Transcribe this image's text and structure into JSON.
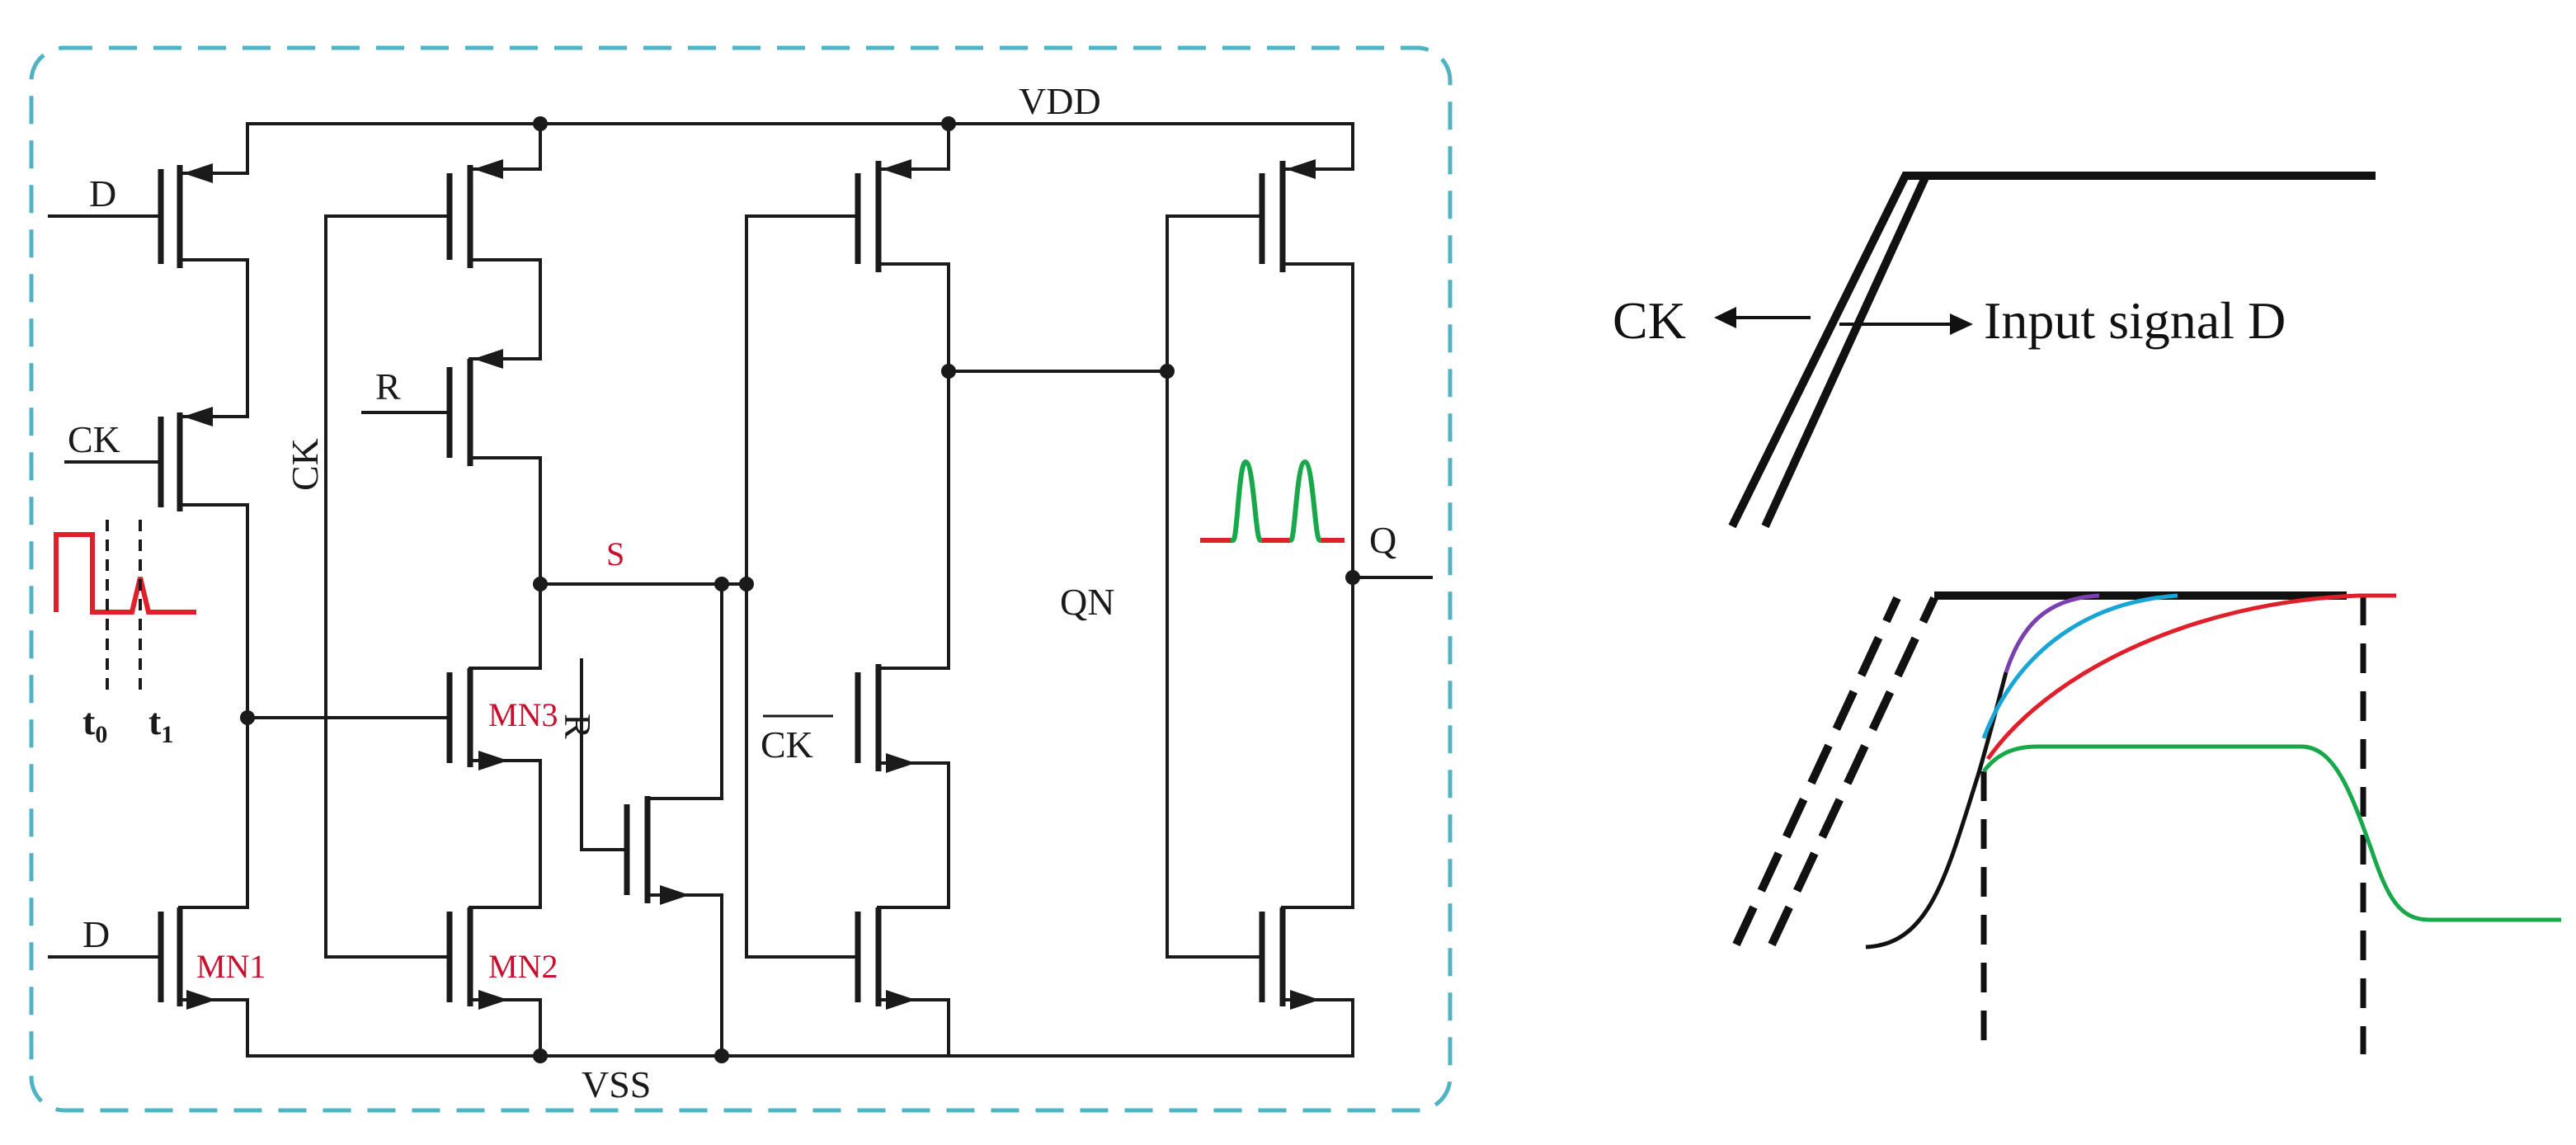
{
  "circuit": {
    "supply_top": "VDD",
    "supply_bottom": "VSS",
    "labels": {
      "d_top": "D",
      "ck_top": "CK",
      "ck_vertical": "CK",
      "r_top": "R",
      "s_node": "S",
      "r_mid": "R",
      "ckbar": "CK",
      "qn": "QN",
      "q": "Q",
      "d_bottom": "D",
      "mn1": "MN1",
      "mn2": "MN2",
      "mn3": "MN3",
      "t0": "t",
      "t0_sub": "0",
      "t1": "t",
      "t1_sub": "1"
    }
  },
  "timing": {
    "ck_label": "CK",
    "input_label": "Input signal D"
  },
  "colors": {
    "frame": "#4fb3c3",
    "red": "#e01f2a",
    "green": "#17a84a",
    "purple": "#7b3fb0",
    "cyan": "#19a5d6",
    "black": "#111111"
  }
}
